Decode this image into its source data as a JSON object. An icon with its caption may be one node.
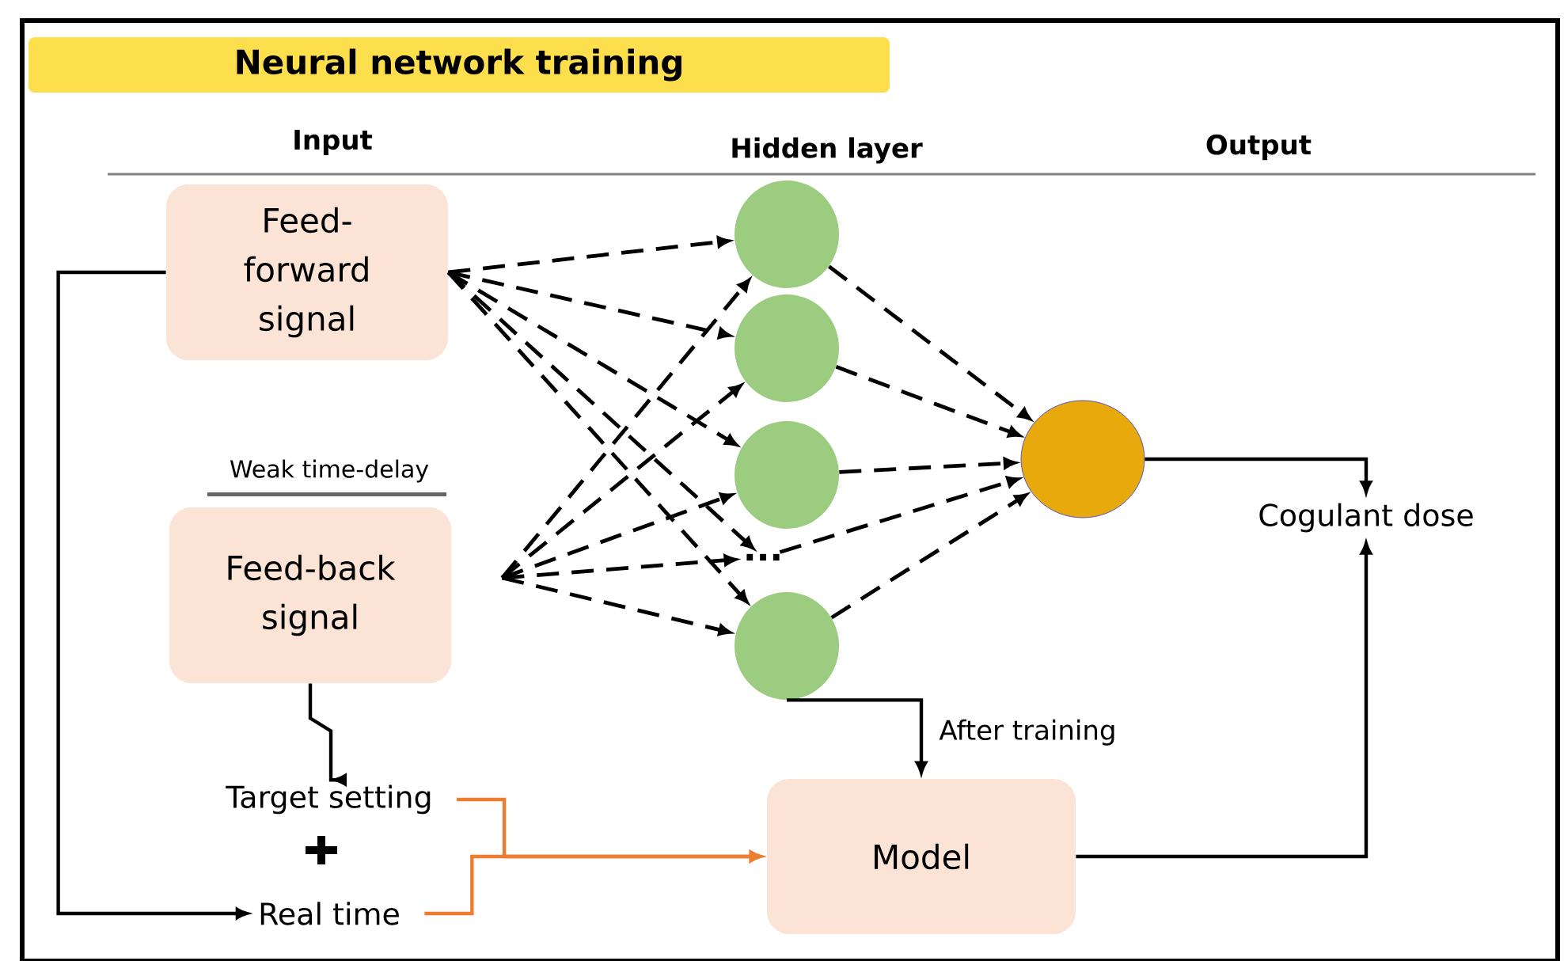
{
  "diagram": {
    "title": "Neural network training",
    "nodes": [
      {
        "text": [
          "Feed-forward signal"
        ]
      },
      {
        "text": [
          "Feed-back signal"
        ],
        "beside": [
          "Weak time-delay"
        ]
      },
      {
        "text": [],
        "shape": "circle"
      },
      {
        "text": [],
        "shape": "circle"
      },
      {
        "text": [],
        "shape": "circle"
      },
      {
        "text": [
          "..."
        ]
      },
      {
        "text": [],
        "shape": "circle"
      },
      {
        "text": [],
        "shape": "circle"
      },
      {
        "text": [
          "Cogulant dose"
        ]
      },
      {
        "text": [
          "Target setting"
        ]
      },
      {
        "text": [
          "Real time"
        ]
      },
      {
        "text": [
          "Model"
        ]
      }
    ],
    "edges": [
      {
        "from": 0,
        "to": 2,
        "arrow": "to",
        "style": "dashed"
      },
      {
        "from": 0,
        "to": 3,
        "arrow": "to",
        "style": "dashed"
      },
      {
        "from": 0,
        "to": 4,
        "arrow": "to",
        "style": "dashed"
      },
      {
        "from": 0,
        "to": 5,
        "arrow": "to",
        "style": "dashed"
      },
      {
        "from": 0,
        "to": 6,
        "arrow": "to",
        "style": "dashed"
      },
      {
        "from": 1,
        "to": 2,
        "arrow": "to",
        "style": "dashed"
      },
      {
        "from": 1,
        "to": 3,
        "arrow": "to",
        "style": "dashed"
      },
      {
        "from": 1,
        "to": 4,
        "arrow": "to",
        "style": "dashed"
      },
      {
        "from": 1,
        "to": 5,
        "arrow": "to",
        "style": "dashed"
      },
      {
        "from": 1,
        "to": 6,
        "arrow": "to",
        "style": "dashed"
      },
      {
        "from": 2,
        "to": 7,
        "arrow": "to",
        "style": "dashed"
      },
      {
        "from": 3,
        "to": 7,
        "arrow": "to",
        "style": "dashed"
      },
      {
        "from": 4,
        "to": 7,
        "arrow": "to",
        "style": "dashed"
      },
      {
        "from": 5,
        "to": 7,
        "arrow": "to",
        "style": "dashed"
      },
      {
        "from": 6,
        "to": 7,
        "arrow": "to",
        "style": "dashed"
      },
      {
        "from": 7,
        "to": 8,
        "arrow": "to"
      },
      {
        "from": 6,
        "to": 11,
        "arrow": "to",
        "label": "After training"
      },
      {
        "from": 11,
        "to": 8,
        "arrow": "to"
      },
      {
        "from": 1,
        "to": 9,
        "arrow": "to"
      },
      {
        "from": 0,
        "to": 10,
        "arrow": "to"
      },
      {
        "from": 9,
        "to": 11,
        "arrow": "to",
        "color": "#ed7d31"
      },
      {
        "from": 10,
        "to": 11,
        "arrow": "to",
        "color": "#ed7d31"
      }
    ],
    "labels": [
      "Input",
      "Hidden layer",
      "Output"
    ]
  }
}
